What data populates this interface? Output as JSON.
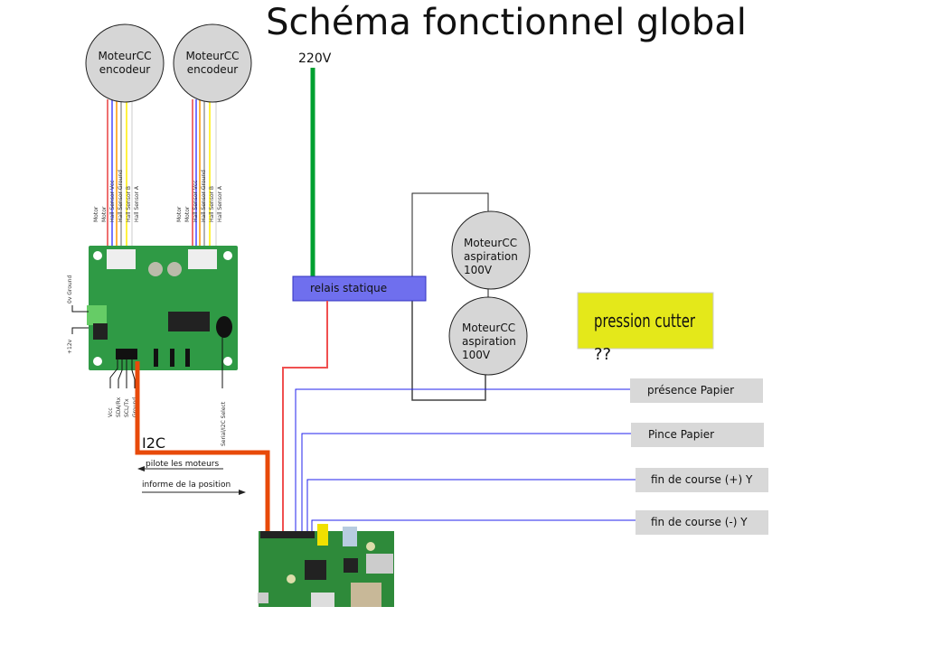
{
  "title": "Schéma fonctionnel global",
  "motors_encoder": [
    {
      "line1": "MoteurCC",
      "line2": "encodeur"
    },
    {
      "line1": "MoteurCC",
      "line2": "encodeur"
    }
  ],
  "motor_wire_labels": [
    "Motor",
    "Motor",
    "Hall Sensor Vcc",
    "Hall Sensor Ground",
    "Hall Sensor B",
    "Hall Sensor A"
  ],
  "motor_wire_colors": [
    "#e84040",
    "#4848ff",
    "#ff9900",
    "#999999",
    "#ffee00",
    "#dddddd"
  ],
  "board": {
    "power_labels": [
      "0v Ground",
      "+12v"
    ],
    "bus_labels": [
      "Vcc",
      "SDA/Rx",
      "SCL/Tx",
      "Ground"
    ],
    "select_label": "Serial/I2C Select"
  },
  "power": {
    "label": "220V",
    "color": "#00a030"
  },
  "relay": {
    "label": "relais statique",
    "color": "#6f6fee"
  },
  "motors_aspiration": [
    {
      "line1": "MoteurCC",
      "line2": "aspiration",
      "line3": "100V"
    },
    {
      "line1": "MoteurCC",
      "line2": "aspiration",
      "line3": "100V"
    }
  ],
  "cutter": {
    "line1": "pression cutter",
    "line2": "??",
    "color": "#e4e81a"
  },
  "sensors": [
    {
      "label": "présence Papier"
    },
    {
      "label": "Pince Papier"
    },
    {
      "label": "fin de course (+) Y"
    },
    {
      "label": "fin de course (-) Y"
    }
  ],
  "i2c": {
    "label": "I2C",
    "color": "#e84a0a",
    "arrow_left": "pilote les moteurs",
    "arrow_right": "informe de la position"
  }
}
